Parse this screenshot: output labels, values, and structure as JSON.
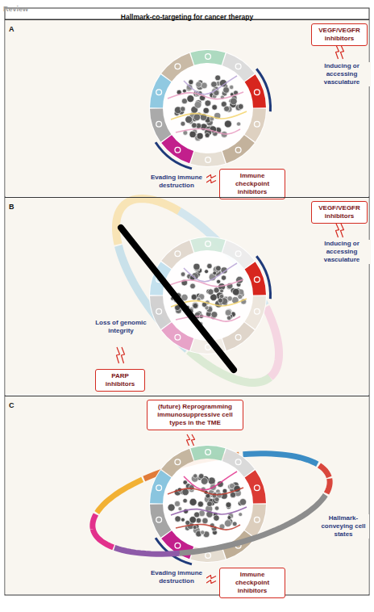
{
  "diagram": {
    "title": "Hallmark-co-targeting for cancer therapy",
    "nodes": [
      {
        "text": [
          "A"
        ]
      },
      {
        "text": [
          "VEGF/VEGFR inhibitors"
        ],
        "in": 0
      },
      {
        "text": [
          "Immune checkpoint inhibitors"
        ],
        "in": 0
      },
      {
        "text": [
          "B"
        ]
      },
      {
        "text": [
          "VEGF/VEGFR inhibitors"
        ],
        "in": 3
      },
      {
        "text": [
          "PARP inhibitors"
        ],
        "in": 3
      },
      {
        "text": [
          "C"
        ]
      },
      {
        "text": [
          "(future) Reprogramming immunosuppressive cell types in the TME"
        ],
        "in": 6
      },
      {
        "text": [
          "Immune checkpoint inhibitors"
        ],
        "in": 6
      }
    ],
    "labels": [
      "Review",
      "Inducing or accessing vasculature",
      "Evading immune destruction",
      "Inducing or accessing vasculature",
      "Loss of genomic integrity",
      "Hallmark-conveying cell states",
      "Evading immune destruction"
    ]
  }
}
